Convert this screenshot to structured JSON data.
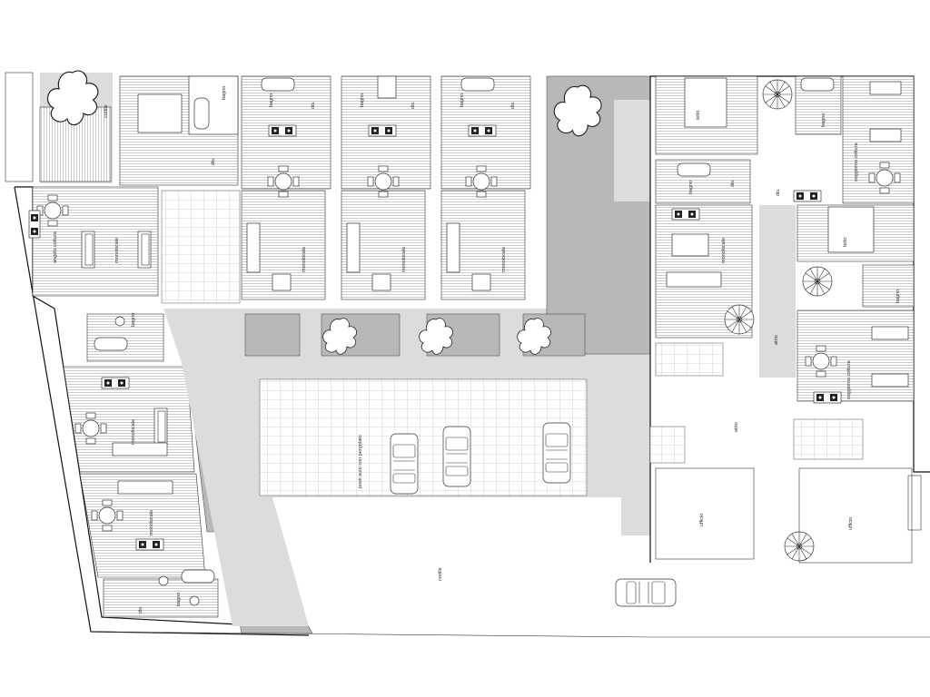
{
  "labels": {
    "cortile_top": "cortile",
    "bagno": "bagno",
    "dis": "dis.",
    "angolo_cottura": "angolo cottura",
    "monolocale": "monolocale",
    "posti_auto": "posti auto con pergolato",
    "cortile": "cortile",
    "letto": "letto",
    "soggiorno_cottura": "soggiorno cottura",
    "atrio": "atrio",
    "ufficio": "ufficio"
  }
}
